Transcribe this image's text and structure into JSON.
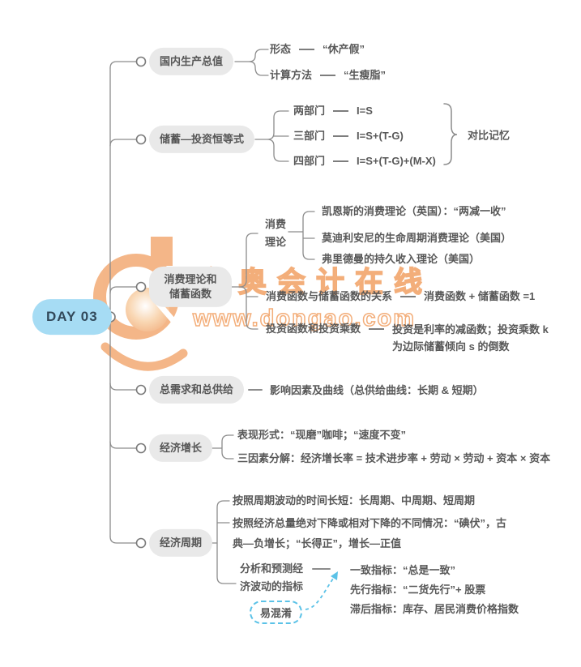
{
  "root": {
    "label": "DAY 03"
  },
  "watermark": {
    "brand": "东奥会计在线",
    "url": "www.dongao.com"
  },
  "colors": {
    "root_blue": "#A6DCF4",
    "node_gray": "#E9E9E9",
    "line_gray": "#8C8C8C",
    "text_gray": "#585858",
    "highlight_blue": "#5BC2E7",
    "watermark_orange": "#F2A76F"
  },
  "branches": [
    {
      "label": "国内生产总值",
      "children": [
        {
          "label": "形态",
          "value": "“休产假”"
        },
        {
          "label": "计算方法",
          "value": "“生瘦脂”"
        }
      ]
    },
    {
      "label": "储蓄—投资恒等式",
      "annotation": "对比记忆",
      "children": [
        {
          "label": "两部门",
          "value": "I=S"
        },
        {
          "label": "三部门",
          "value": "I=S+(T-G)"
        },
        {
          "label": "四部门",
          "value": "I=S+(T-G)+(M-X)"
        }
      ]
    },
    {
      "label": "消费理论和储蓄函数",
      "label_lines": [
        "消费理论和",
        "储蓄函数"
      ],
      "children": [
        {
          "label": "消费理论",
          "label_lines": [
            "消费",
            "理论"
          ],
          "children": [
            {
              "text": "凯恩斯的消费理论（英国）：“两减一收”"
            },
            {
              "text": "莫迪利安尼的生命周期消费理论（美国）"
            },
            {
              "text": "弗里德曼的持久收入理论（美国）"
            }
          ]
        },
        {
          "label": "消费函数与储蓄函数的关系",
          "value": "消费函数 + 储蓄函数 =1"
        },
        {
          "label": "投资函数和投资乘数",
          "value": "投资是利率的减函数；投资乘数 k 为边际储蓄倾向 s 的倒数"
        }
      ]
    },
    {
      "label": "总需求和总供给",
      "children": [
        {
          "text": "影响因素及曲线（总供给曲线：长期 & 短期）"
        }
      ]
    },
    {
      "label": "经济增长",
      "children": [
        {
          "text": "表现形式：“现磨”咖啡；“速度不变”"
        },
        {
          "text": "三因素分解：经济增长率 = 技术进步率 + 劳动 × 劳动 + 资本 × 资本"
        }
      ]
    },
    {
      "label": "经济周期",
      "children": [
        {
          "text": "按照周期波动的时间长短：长周期、中周期、短周期"
        },
        {
          "text": "按照经济总量绝对下降或相对下降的不同情况：“碘伏”，古典—负增长；“长得正”，增长—正值"
        },
        {
          "label": "分析和预测经济波动的指标",
          "label_lines": [
            "分析和预测经",
            "济波动的指标"
          ],
          "note": "易混淆",
          "children": [
            {
              "text": "一致指标：“总是一致”"
            },
            {
              "text": "先行指标：“二货先行”+ 股票"
            },
            {
              "text": "滞后指标：库存、居民消费价格指数"
            }
          ]
        }
      ]
    }
  ]
}
